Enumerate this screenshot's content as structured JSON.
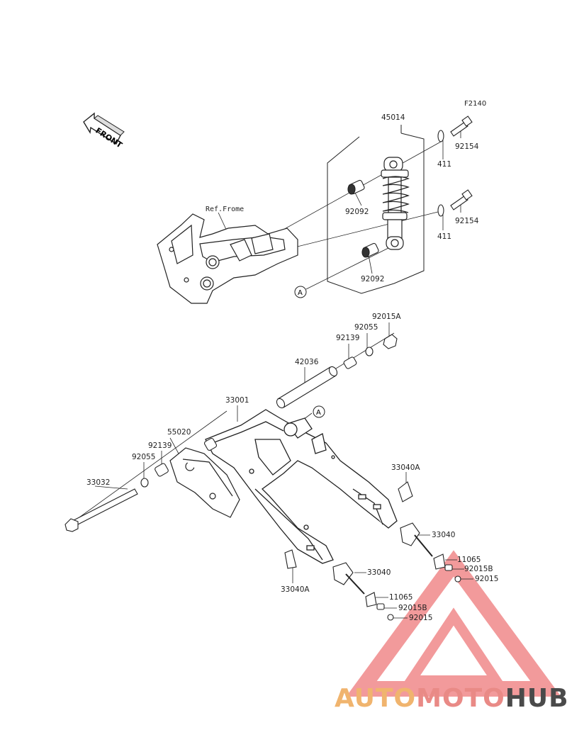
{
  "diagram": {
    "code": "F2140",
    "front_label": "FRONT",
    "ref_label": "Ref.Frome",
    "callout": "A",
    "parts": {
      "shock_assembly": "45014",
      "bolt_upper": "92154",
      "bolt_lower": "92154",
      "washer_upper": "411",
      "washer_lower": "411",
      "bush_upper": "92092",
      "bush_lower": "92092",
      "nut_top": "92015A",
      "washer_top": "92055",
      "collar_top": "92139",
      "pipe": "42036",
      "swingarm": "33001",
      "guard": "55020",
      "collar_left": "92139",
      "washer_left": "92055",
      "shaft": "33032",
      "bracket_right": "33040A",
      "bracket_left": "33040A",
      "adjuster_right": "33040",
      "adjuster_left": "33040",
      "plate_right": "11065",
      "plate_left": "11065",
      "nut_b_right": "92015B",
      "nut_b_left": "92015B",
      "nut_right": "92015",
      "nut_left": "92015"
    }
  },
  "watermark": {
    "part1": "AUTO",
    "part2": "MOTO",
    "part3": "HUB",
    "color_orange": "#f0b46e",
    "color_red": "#e98a86",
    "color_dark": "#4a4a4a"
  }
}
